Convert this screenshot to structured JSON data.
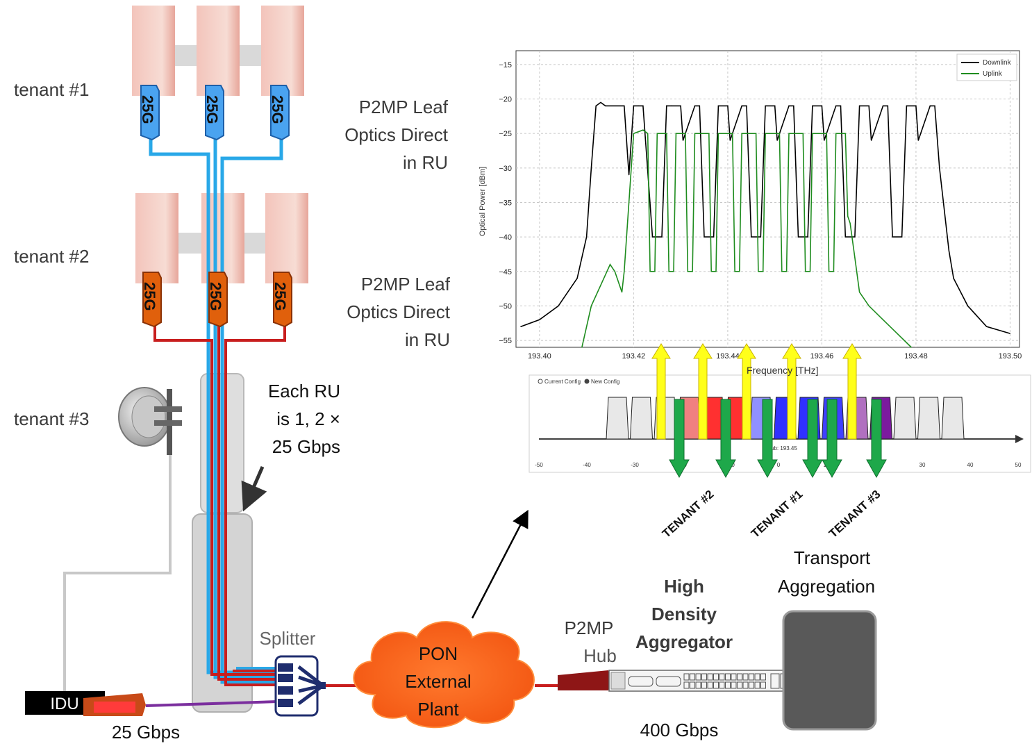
{
  "tenants": {
    "t1": "tenant #1",
    "t2": "tenant #2",
    "t3": "tenant #3"
  },
  "optic_label": "25G",
  "leaf_label": [
    "P2MP Leaf",
    "Optics Direct",
    "in RU"
  ],
  "ru_note": [
    "Each RU",
    "is 1, 2 ×",
    "25 Gbps"
  ],
  "splitter_label": "Splitter",
  "idu_label": "IDU",
  "idu_rate": "25 Gbps",
  "pon_label": [
    "PON",
    "External",
    "Plant"
  ],
  "hub_label": [
    "P2MP",
    "Hub"
  ],
  "aggregator_label": [
    "High",
    "Density",
    "Aggregator"
  ],
  "aggregator_rate": "400 Gbps",
  "transport_label": [
    "Transport",
    "Aggregation"
  ],
  "spectrum_tenant_labels": [
    "TENANT #2",
    "TENANT #1",
    "TENANT #3"
  ],
  "config_legend": [
    "Current Config",
    "New Config"
  ],
  "hub_freq_label": "ub: 193.45",
  "colors": {
    "tenant1": "#29a8e8",
    "tenant2": "#c81e1e",
    "tenant3": "#7b2f9e",
    "pon": "#ff5a14",
    "downlink": "#000000",
    "uplink": "#1e8c1e"
  },
  "chart_data": {
    "type": "line",
    "xlabel": "Frequency [THz]",
    "ylabel": "Optical Power [dBm]",
    "xlim": [
      193.395,
      193.502
    ],
    "ylim": [
      -56,
      -13
    ],
    "xticks": [
      "193.40",
      "193.42",
      "193.44",
      "193.46",
      "193.48",
      "193.50"
    ],
    "yticks": [
      "-15",
      "-20",
      "-25",
      "-30",
      "-35",
      "-40",
      "-45",
      "-50",
      "-55"
    ],
    "grid": true,
    "legend_position": "top-right",
    "series": [
      {
        "name": "Downlink",
        "x": [
          193.396,
          193.4,
          193.404,
          193.408,
          193.41,
          193.411,
          193.412,
          193.413,
          193.414,
          193.418,
          193.419,
          193.42,
          193.421,
          193.422,
          193.424,
          193.426,
          193.427,
          193.428,
          193.43,
          193.4305,
          193.433,
          193.434,
          193.435,
          193.437,
          193.438,
          193.44,
          193.4405,
          193.443,
          193.444,
          193.445,
          193.447,
          193.448,
          193.45,
          193.4505,
          193.453,
          193.454,
          193.455,
          193.457,
          193.458,
          193.46,
          193.4605,
          193.463,
          193.464,
          193.465,
          193.467,
          193.468,
          193.47,
          193.4705,
          193.473,
          193.474,
          193.475,
          193.477,
          193.478,
          193.48,
          193.4805,
          193.483,
          193.484,
          193.485,
          193.487,
          193.488,
          193.491,
          193.495,
          193.5
        ],
        "values": [
          -53,
          -52,
          -50,
          -46,
          -40,
          -30,
          -21,
          -20.5,
          -21,
          -21,
          -31,
          -21,
          -21,
          -21,
          -40,
          -40,
          -21,
          -21,
          -21,
          -26,
          -21,
          -21,
          -40,
          -40,
          -21,
          -21,
          -26,
          -21,
          -21,
          -40,
          -40,
          -21,
          -21,
          -26,
          -21,
          -21,
          -40,
          -40,
          -21,
          -21,
          -26,
          -21,
          -21,
          -40,
          -40,
          -21,
          -21,
          -26,
          -21,
          -21,
          -40,
          -40,
          -21,
          -21,
          -26,
          -21,
          -21,
          -30,
          -42,
          -46,
          -50,
          -53,
          -54
        ]
      },
      {
        "name": "Uplink",
        "x": [
          193.409,
          193.411,
          193.413,
          193.415,
          193.416,
          193.4175,
          193.418,
          193.42,
          193.422,
          193.423,
          193.4235,
          193.4245,
          193.425,
          193.427,
          193.4275,
          193.4285,
          193.429,
          193.431,
          193.4315,
          193.4325,
          193.433,
          193.436,
          193.4365,
          193.4375,
          193.438,
          193.441,
          193.4415,
          193.4425,
          193.443,
          193.446,
          193.4465,
          193.4475,
          193.448,
          193.451,
          193.4515,
          193.4525,
          193.453,
          193.456,
          193.4565,
          193.4575,
          193.458,
          193.461,
          193.4615,
          193.4625,
          193.463,
          193.465,
          193.4655,
          193.466,
          193.467,
          193.468,
          193.47,
          193.473,
          193.476,
          193.479
        ],
        "values": [
          -56,
          -50,
          -47,
          -44,
          -45,
          -48,
          -45,
          -25,
          -24.5,
          -25,
          -45,
          -45,
          -25,
          -25,
          -45,
          -45,
          -25,
          -25,
          -45,
          -45,
          -25,
          -25,
          -45,
          -45,
          -25,
          -25,
          -45,
          -45,
          -25,
          -25,
          -45,
          -45,
          -25,
          -25,
          -45,
          -45,
          -25,
          -25,
          -45,
          -45,
          -25,
          -25,
          -45,
          -45,
          -25,
          -25,
          -37,
          -38,
          -43,
          -48,
          -50,
          -52,
          -54,
          -56
        ]
      }
    ]
  }
}
